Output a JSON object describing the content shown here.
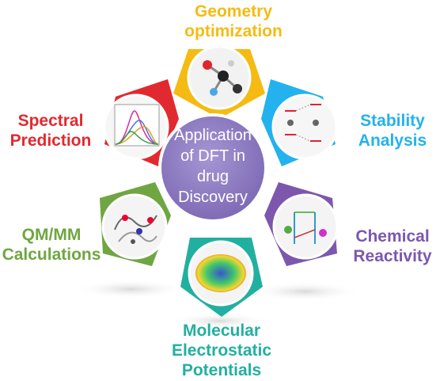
{
  "center": {
    "lines": [
      "Application",
      "of DFT in",
      "drug",
      "Discovery"
    ],
    "color": "#8f7cc0"
  },
  "segments": [
    {
      "id": "geometry",
      "lines": [
        "Geometry",
        "optimization"
      ],
      "color": "#f5bb12",
      "picture": "molecule-ball-stick-image"
    },
    {
      "id": "stability",
      "lines": [
        "Stability",
        "Analysis"
      ],
      "color": "#23b2ee",
      "picture": "energy-level-diagram-image"
    },
    {
      "id": "reactivity",
      "lines": [
        "Chemical",
        "Reactivity"
      ],
      "color": "#7d57ad",
      "picture": "reaction-pathway-image"
    },
    {
      "id": "mep",
      "lines": [
        "Molecular",
        "Electrostatic",
        "Potentials"
      ],
      "color": "#21b0a0",
      "picture": "electrostatic-map-image"
    },
    {
      "id": "qmmm",
      "lines": [
        "QM/MM",
        "Calculations"
      ],
      "color": "#6fa641",
      "picture": "protein-ligand-image"
    },
    {
      "id": "spectral",
      "lines": [
        "Spectral",
        "Prediction"
      ],
      "color": "#e2292f",
      "picture": "spectrum-plot-image"
    }
  ]
}
